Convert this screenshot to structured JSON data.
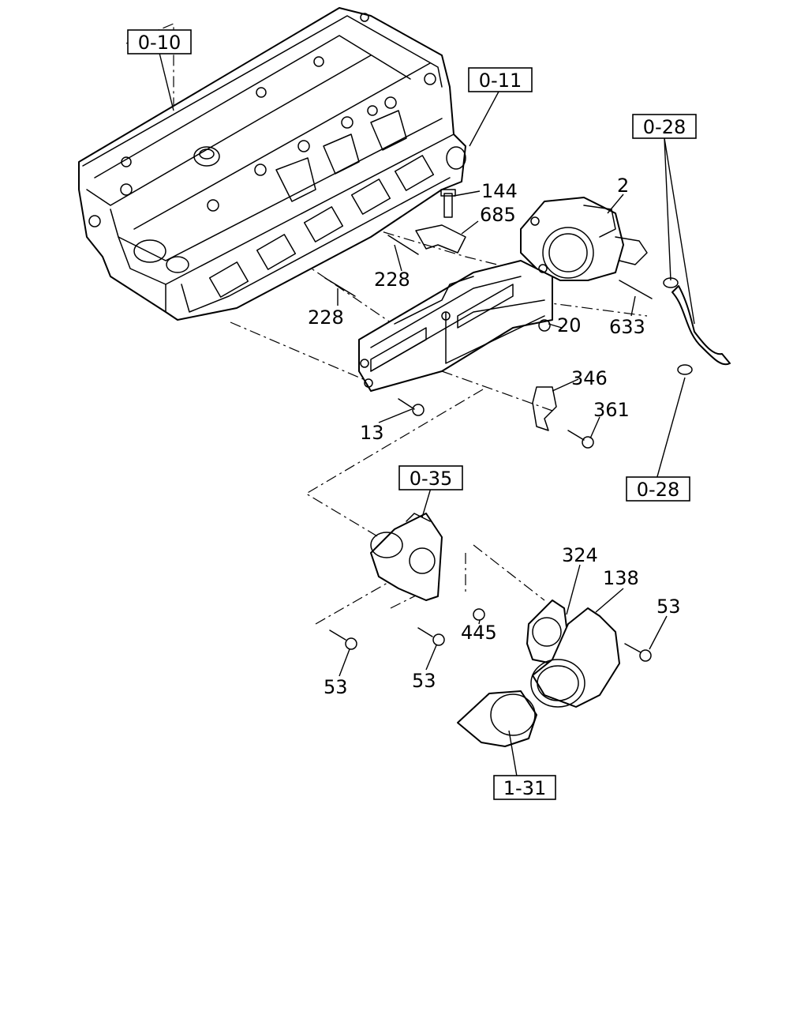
{
  "diagram": {
    "reference_boxes": [
      {
        "id": "r010",
        "label": "0-10"
      },
      {
        "id": "r011",
        "label": "0-11"
      },
      {
        "id": "r028a",
        "label": "0-28"
      },
      {
        "id": "r028b",
        "label": "0-28"
      },
      {
        "id": "r035",
        "label": "0-35"
      },
      {
        "id": "r131",
        "label": "1-31"
      }
    ],
    "part_numbers": [
      {
        "id": "n144",
        "label": "144"
      },
      {
        "id": "n685",
        "label": "685"
      },
      {
        "id": "n2",
        "label": "2"
      },
      {
        "id": "n228a",
        "label": "228"
      },
      {
        "id": "n228b",
        "label": "228"
      },
      {
        "id": "n20",
        "label": "20"
      },
      {
        "id": "n633",
        "label": "633"
      },
      {
        "id": "n346",
        "label": "346"
      },
      {
        "id": "n361",
        "label": "361"
      },
      {
        "id": "n13",
        "label": "13"
      },
      {
        "id": "n324",
        "label": "324"
      },
      {
        "id": "n138",
        "label": "138"
      },
      {
        "id": "n53a",
        "label": "53"
      },
      {
        "id": "n53b",
        "label": "53"
      },
      {
        "id": "n53c",
        "label": "53"
      },
      {
        "id": "n445",
        "label": "445"
      }
    ]
  }
}
